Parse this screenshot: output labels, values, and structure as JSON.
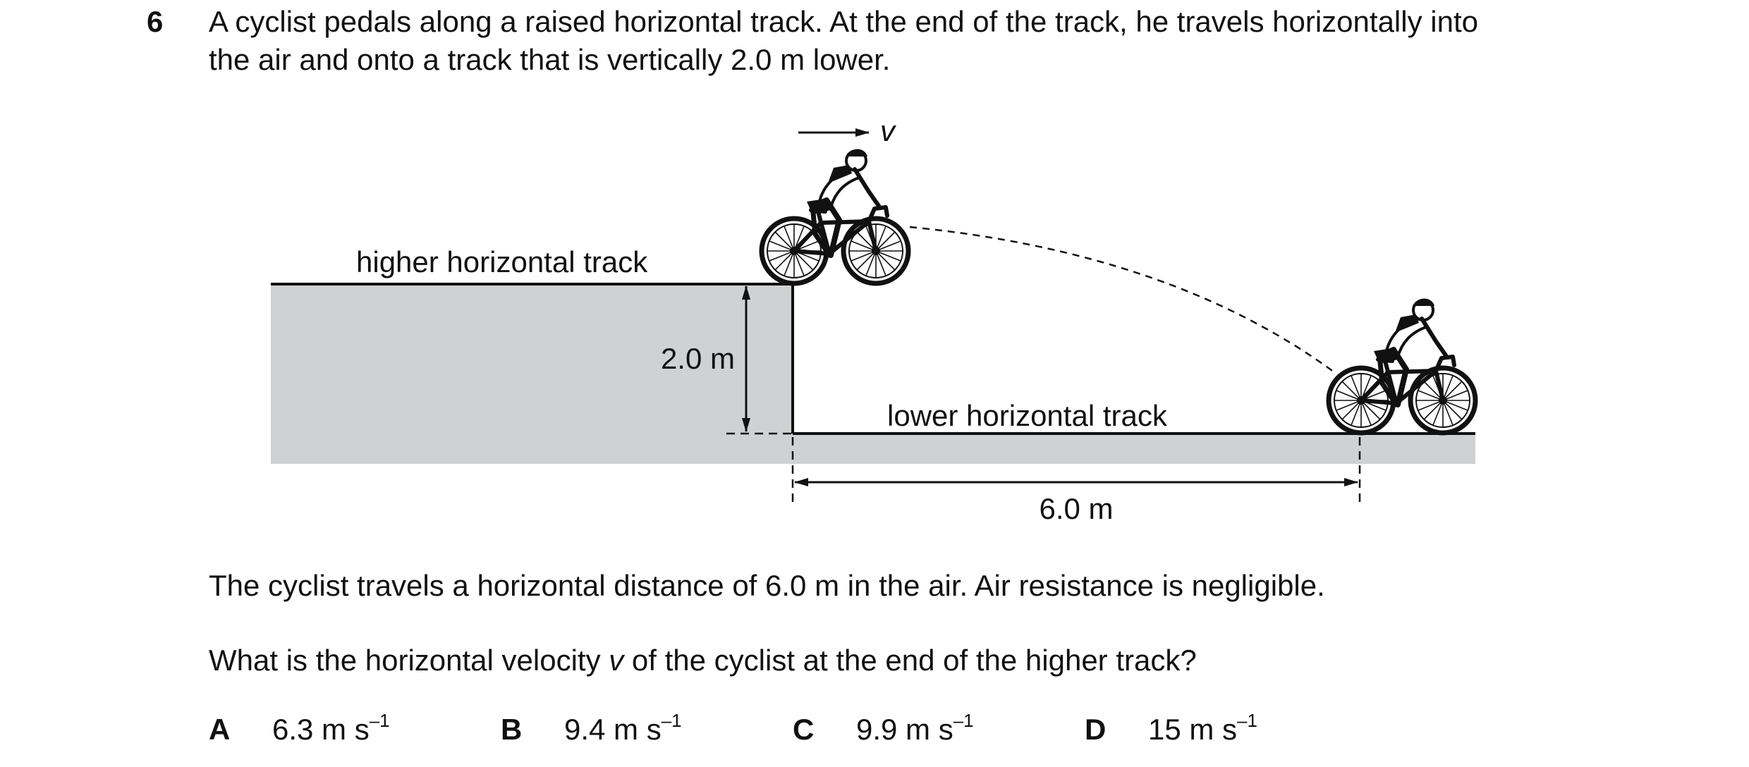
{
  "question": {
    "number": "6",
    "stem_line1": "A cyclist pedals along a raised horizontal track. At the end of the track, he travels horizontally into",
    "stem_line2": "the air and onto a track that is vertically 2.0 m lower."
  },
  "diagram": {
    "higher_track_label": "higher horizontal track",
    "lower_track_label": "lower horizontal track",
    "height_label": "2.0 m",
    "distance_label": "6.0 m",
    "velocity_label": "v",
    "ground_color": "#d0d1d3",
    "line_color": "#111111"
  },
  "paragraph1": "The cyclist travels a horizontal distance of 6.0 m in the air. Air resistance is negligible.",
  "paragraph2": {
    "before": "What is the horizontal velocity ",
    "var": "v",
    "after": " of the cyclist at the end of the higher track?"
  },
  "options": [
    {
      "letter": "A",
      "value": "6.3 m s",
      "exponent": "–1"
    },
    {
      "letter": "B",
      "value": "9.4 m s",
      "exponent": "–1"
    },
    {
      "letter": "C",
      "value": "9.9 m s",
      "exponent": "–1"
    },
    {
      "letter": "D",
      "value": "15 m s",
      "exponent": "–1"
    }
  ]
}
